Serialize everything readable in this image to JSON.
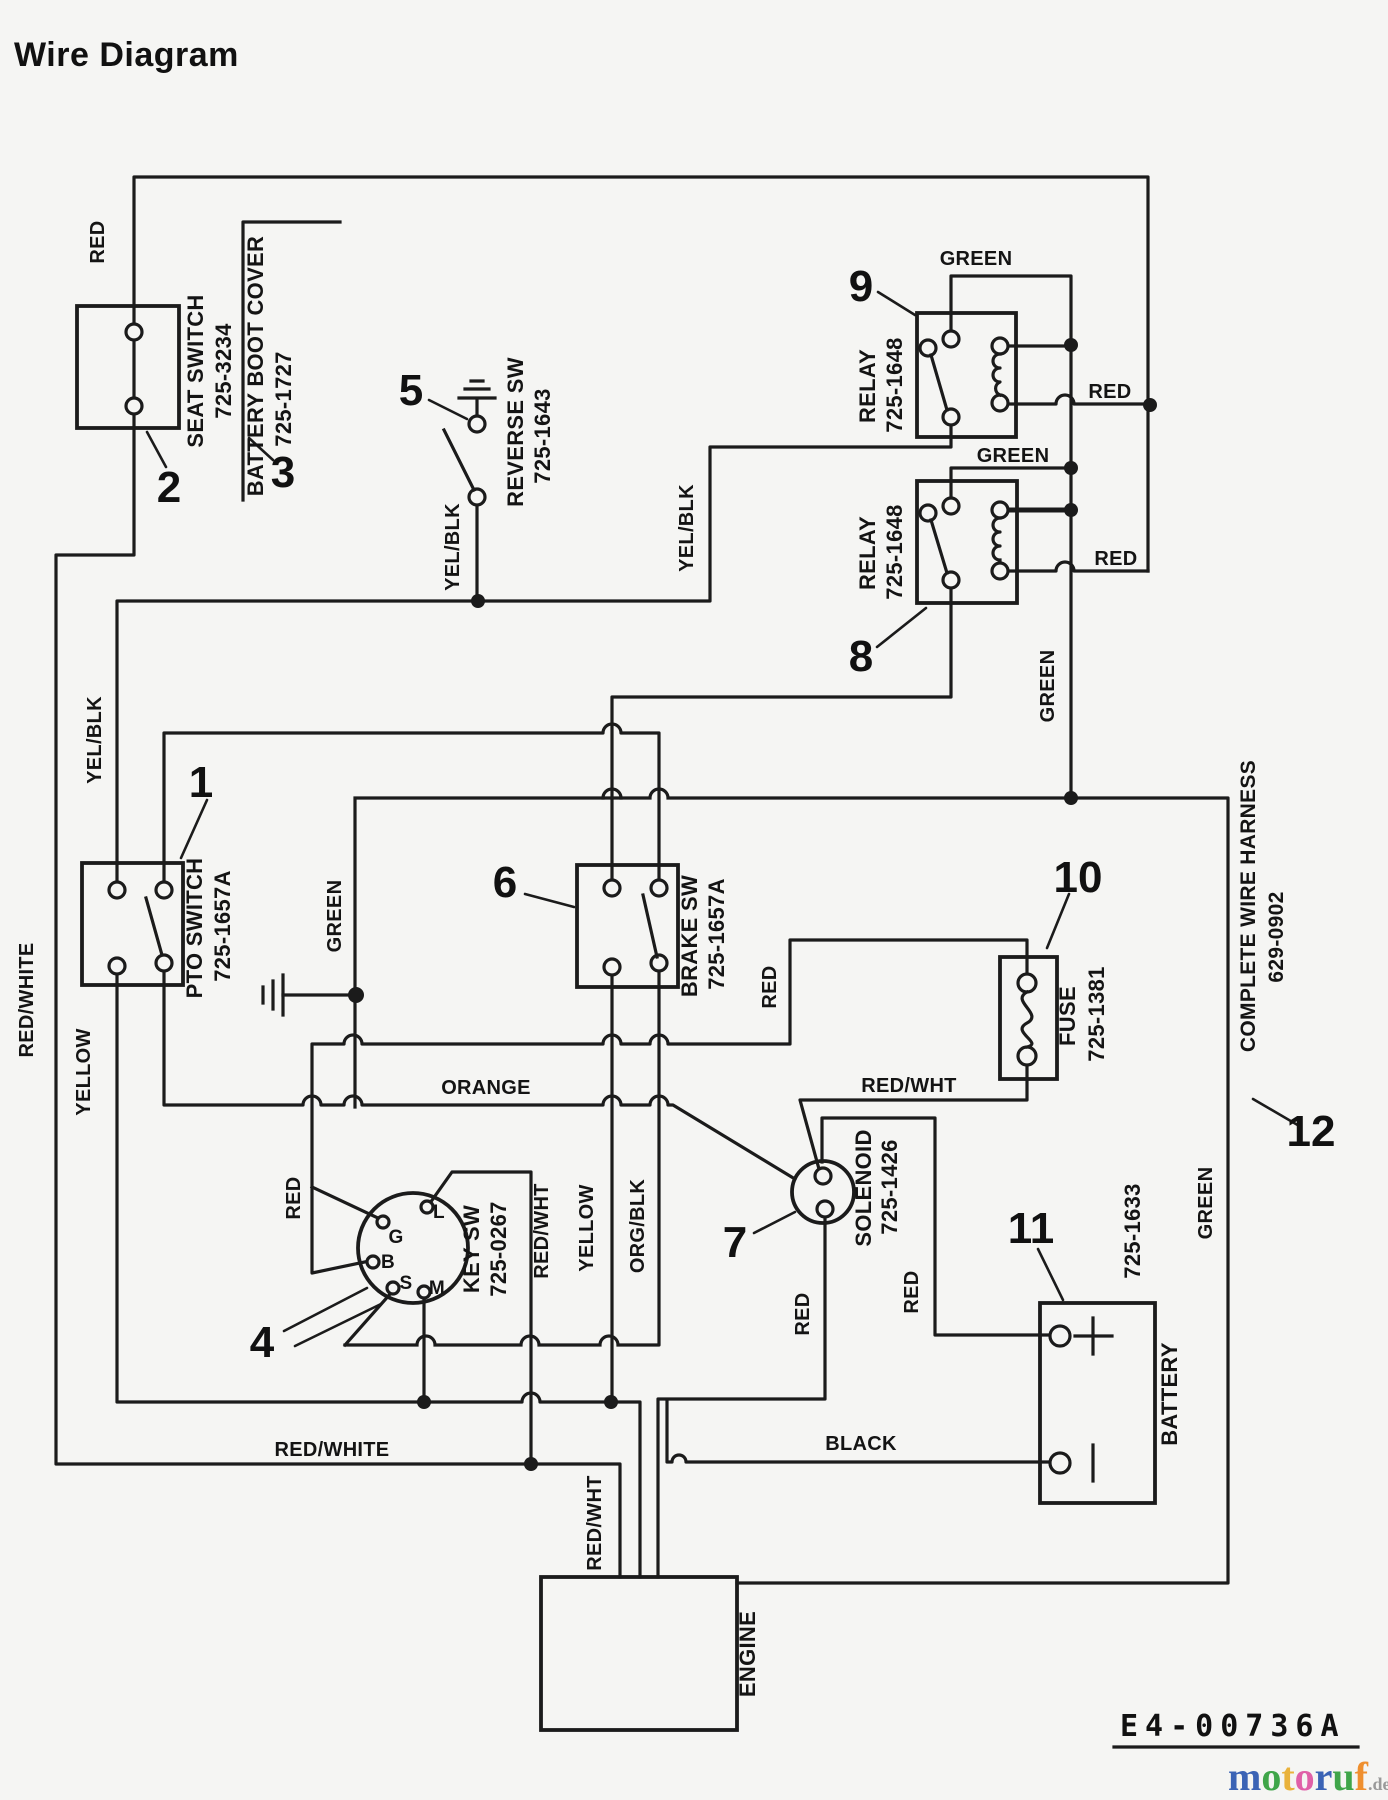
{
  "title": "Wire Diagram",
  "doc_number": "E4-00736A",
  "watermark": {
    "letters": [
      {
        "ch": "m",
        "color": "#3b63b5"
      },
      {
        "ch": "o",
        "color": "#3fa549"
      },
      {
        "ch": "t",
        "color": "#e9b23c"
      },
      {
        "ch": "o",
        "color": "#e060a8"
      },
      {
        "ch": "r",
        "color": "#3b63b5"
      },
      {
        "ch": "u",
        "color": "#3fa549"
      },
      {
        "ch": "f",
        "color": "#ef8f2e"
      }
    ],
    "suffix": ".de"
  },
  "components": {
    "pto_switch": {
      "callout": "1",
      "name": "PTO SWITCH",
      "part": "725-1657A"
    },
    "seat_switch": {
      "callout": "2",
      "name": "SEAT SWITCH",
      "part": "725-3234"
    },
    "boot_cover": {
      "callout": "3",
      "name": "BATTERY BOOT COVER",
      "part": "725-1727"
    },
    "key_switch": {
      "callout": "4",
      "name": "KEY SW",
      "part": "725-0267",
      "terminals": [
        "G",
        "B",
        "S",
        "M",
        "L"
      ]
    },
    "reverse_switch": {
      "callout": "5",
      "name": "REVERSE SW",
      "part": "725-1643"
    },
    "brake_switch": {
      "callout": "6",
      "name": "BRAKE SW",
      "part": "725-1657A"
    },
    "solenoid": {
      "callout": "7",
      "name": "SOLENOID",
      "part": "725-1426"
    },
    "relay_lower": {
      "callout": "8",
      "name": "RELAY",
      "part": "725-1648"
    },
    "relay_upper": {
      "callout": "9",
      "name": "RELAY",
      "part": "725-1648"
    },
    "fuse": {
      "callout": "10",
      "name": "FUSE",
      "part": "725-1381"
    },
    "battery": {
      "callout": "11",
      "name": "BATTERY",
      "part": "725-1633"
    },
    "harness": {
      "callout": "12",
      "name": "COMPLETE WIRE HARNESS",
      "part": "629-0902"
    },
    "engine": {
      "name": "ENGINE"
    }
  },
  "wires": {
    "red": "RED",
    "yelblk": "YEL/BLK",
    "green": "GREEN",
    "yellow": "YELLOW",
    "orange": "ORANGE",
    "orgblk": "ORG/BLK",
    "redwht": "RED/WHT",
    "redwhite": "RED/WHITE",
    "black": "BLACK"
  }
}
